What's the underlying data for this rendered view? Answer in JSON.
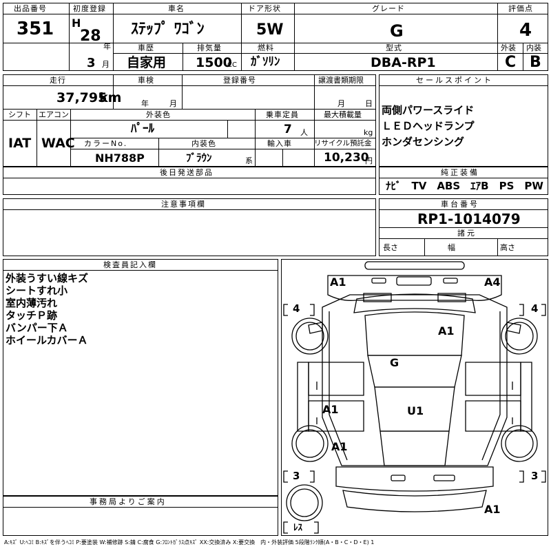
{
  "labels": {
    "lot_no": "出品番号",
    "first_reg": "初度登録",
    "car_name": "車名",
    "door": "ドア形状",
    "grade": "グレード",
    "score": "評価点",
    "history": "車歴",
    "displacement": "排気量",
    "fuel": "燃料",
    "model": "型式",
    "exterior": "外装",
    "interior": "内装",
    "mileage": "走行",
    "inspection": "車検",
    "reg_no": "登録番号",
    "transfer_deadline": "譲渡書類期限",
    "sales_point": "セールスポイント",
    "shift": "シフト",
    "aircon": "エアコン",
    "ext_color": "外装色",
    "capacity": "乗車定員",
    "max_load": "最大積載量",
    "color_no": "カラーNo.",
    "int_color": "内装色",
    "import": "輸入車",
    "recycle": "リサイクル預託金",
    "later_parts": "後日発送部品",
    "genuine_equipment": "純正装備",
    "notes": "注意事項欄",
    "chassis_no": "車台番号",
    "specs": "諸元",
    "length": "長さ",
    "width": "幅",
    "height": "高さ",
    "inspector": "検査員記入欄",
    "office": "事務局よりご案内",
    "unit_year": "年",
    "unit_month": "月",
    "unit_cc": "CC",
    "unit_km": "km",
    "unit_person": "人",
    "unit_kg": "kg",
    "unit_yen": "円",
    "unit_kei": "系"
  },
  "values": {
    "lot_no": "351",
    "era": "H",
    "year": "28",
    "month": "3",
    "car_name": "ｽﾃｯﾌﾟ ﾜｺﾞﾝ",
    "door": "5W",
    "grade": "G",
    "score": "4",
    "history": "自家用",
    "displacement": "1500",
    "fuel": "ｶﾞｿﾘﾝ",
    "model": "DBA-RP1",
    "exterior": "C",
    "interior": "B",
    "mileage": "37,795",
    "shift": "IAT",
    "aircon": "WAC",
    "ext_color": "ﾊﾟｰﾙ",
    "capacity": "7",
    "color_no": "NH788P",
    "int_color": "ﾌﾞﾗｳﾝ",
    "recycle": "10,230",
    "sales_points": [
      "両側パワースライド",
      "ＬＥＤヘッドランプ",
      "ホンダセンシング"
    ],
    "equipment": "ﾅﾋﾞ　TV　ABS　ｴｱB　PS　PW",
    "chassis_no": "RP1-1014079",
    "inspector_notes": [
      "外装うすい線キズ",
      "シートすれ小",
      "室内薄汚れ",
      "タッチＰ跡",
      "バンパー下Ａ",
      "ホイールカバーＡ"
    ]
  },
  "diagram": {
    "tread_left_top": "4",
    "tread_right_top": "4",
    "tread_left_bottom": "3",
    "tread_right_bottom": "3",
    "spare": "ﾚｽ",
    "marks": [
      "A1",
      "A4",
      "A1",
      "G",
      "A1",
      "U1",
      "A1",
      "A1"
    ]
  },
  "legend": "A:ｷｽﾞ U:ﾍｺﾐ B:ｷｽﾞを伴うﾍｺﾐ P:要塗装 W:補修跡 S:錆 C:腐食 G:ﾌﾛﾝﾄｶﾞﾗｽ点ｷｽﾞ XX:交換済み X:要交換　内・外装評価 5段階ﾗﾝｸ順(A・B・C・D・E) 1"
}
